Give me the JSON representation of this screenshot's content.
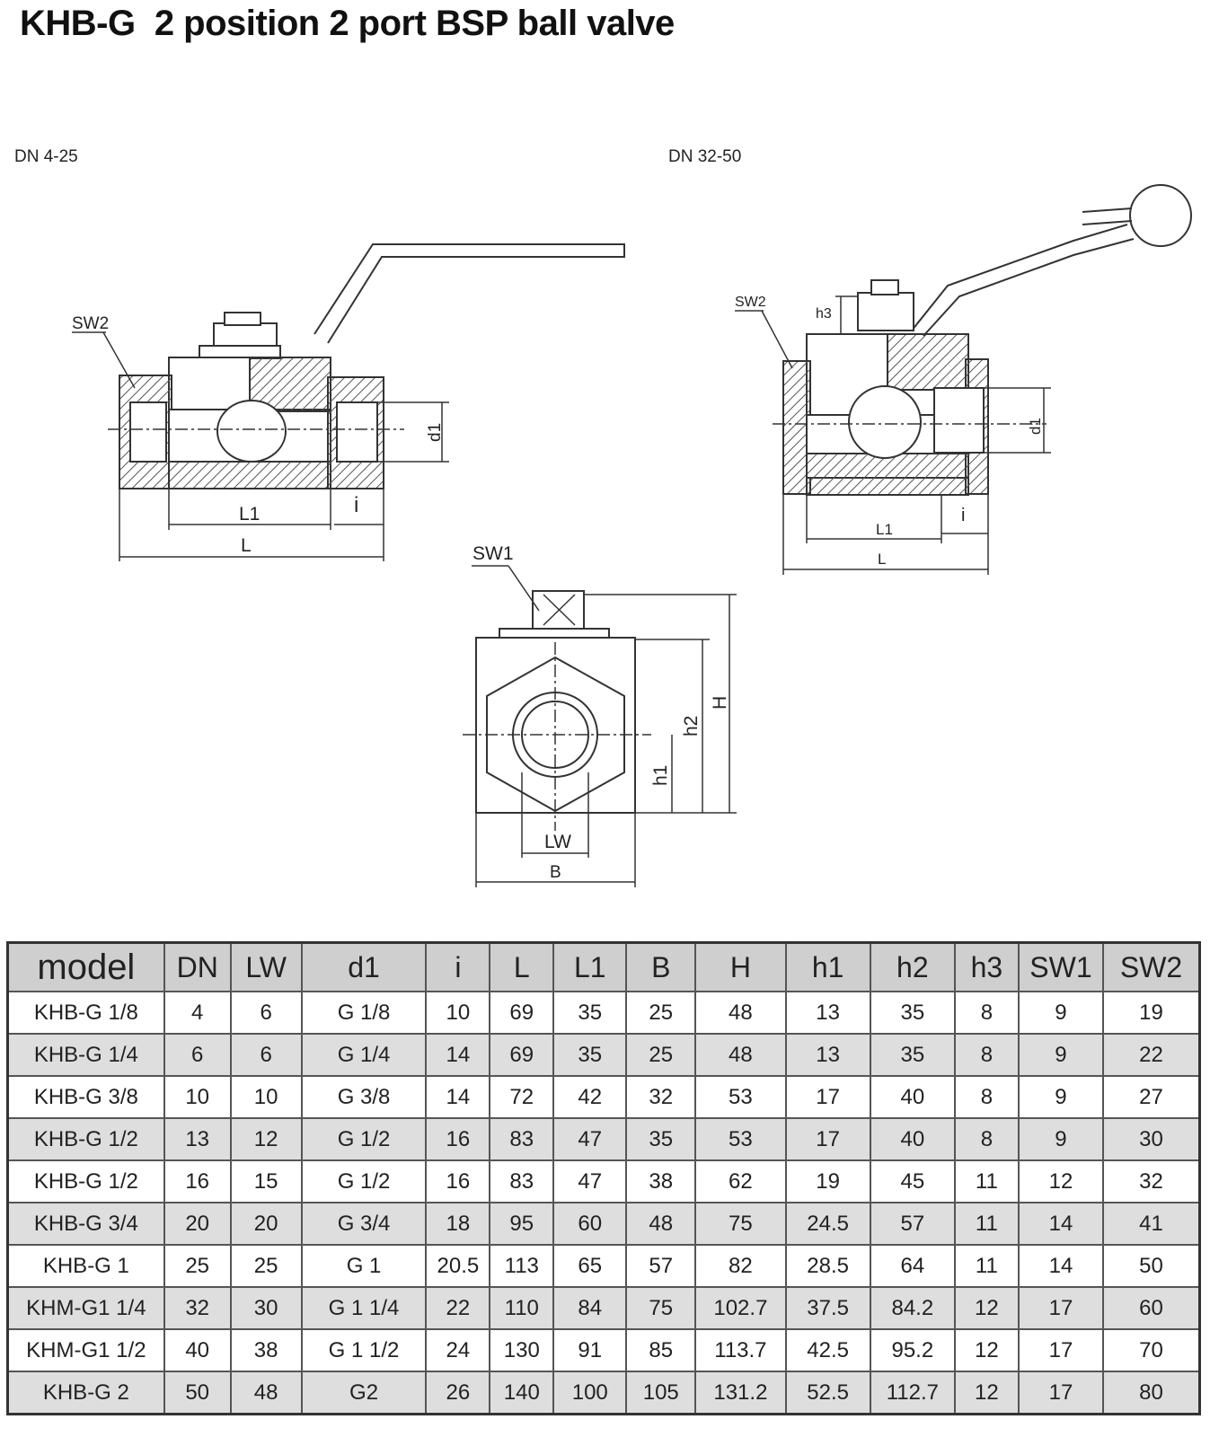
{
  "title": "KHB-G  2 position 2 port BSP ball valve",
  "diagram": {
    "left_view_label": "DN 4-25",
    "right_view_label": "DN 32-50",
    "labels": {
      "sw1": "SW1",
      "sw2": "SW2",
      "l": "L",
      "l1": "L1",
      "i": "i",
      "d1": "d1",
      "h": "H",
      "h1": "h1",
      "h2": "h2",
      "h3": "h3",
      "lw": "LW",
      "b": "B"
    }
  },
  "table": {
    "headers": [
      "model",
      "DN",
      "LW",
      "d1",
      "i",
      "L",
      "L1",
      "B",
      "H",
      "h1",
      "h2",
      "h3",
      "SW1",
      "SW2"
    ],
    "rows": [
      [
        "KHB-G 1/8",
        "4",
        "6",
        "G 1/8",
        "10",
        "69",
        "35",
        "25",
        "48",
        "13",
        "35",
        "8",
        "9",
        "19"
      ],
      [
        "KHB-G 1/4",
        "6",
        "6",
        "G 1/4",
        "14",
        "69",
        "35",
        "25",
        "48",
        "13",
        "35",
        "8",
        "9",
        "22"
      ],
      [
        "KHB-G 3/8",
        "10",
        "10",
        "G 3/8",
        "14",
        "72",
        "42",
        "32",
        "53",
        "17",
        "40",
        "8",
        "9",
        "27"
      ],
      [
        "KHB-G 1/2",
        "13",
        "12",
        "G 1/2",
        "16",
        "83",
        "47",
        "35",
        "53",
        "17",
        "40",
        "8",
        "9",
        "30"
      ],
      [
        "KHB-G 1/2",
        "16",
        "15",
        "G 1/2",
        "16",
        "83",
        "47",
        "38",
        "62",
        "19",
        "45",
        "11",
        "12",
        "32"
      ],
      [
        "KHB-G 3/4",
        "20",
        "20",
        "G 3/4",
        "18",
        "95",
        "60",
        "48",
        "75",
        "24.5",
        "57",
        "11",
        "14",
        "41"
      ],
      [
        "KHB-G 1",
        "25",
        "25",
        "G 1",
        "20.5",
        "113",
        "65",
        "57",
        "82",
        "28.5",
        "64",
        "11",
        "14",
        "50"
      ],
      [
        "KHM-G1 1/4",
        "32",
        "30",
        "G 1 1/4",
        "22",
        "110",
        "84",
        "75",
        "102.7",
        "37.5",
        "84.2",
        "12",
        "17",
        "60"
      ],
      [
        "KHM-G1 1/2",
        "40",
        "38",
        "G 1 1/2",
        "24",
        "130",
        "91",
        "85",
        "113.7",
        "42.5",
        "95.2",
        "12",
        "17",
        "70"
      ],
      [
        "KHB-G 2",
        "50",
        "48",
        "G2",
        "26",
        "140",
        "100",
        "105",
        "131.2",
        "52.5",
        "112.7",
        "12",
        "17",
        "80"
      ]
    ]
  },
  "colors": {
    "header_bg": "#cfcfcf",
    "shaded_row_bg": "#dedede",
    "line": "#333333"
  }
}
